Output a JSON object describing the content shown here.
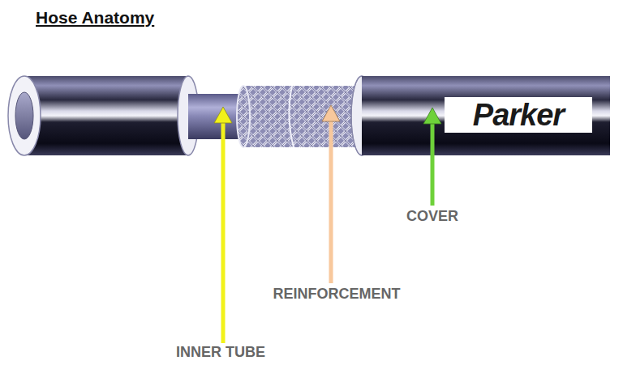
{
  "diagram": {
    "title": "Hose Anatomy",
    "nodes": [
      {
        "text": [
          "Parker"
        ]
      }
    ],
    "labels": [
      "COVER",
      "REINFORCEMENT",
      "INNER TUBE"
    ]
  }
}
